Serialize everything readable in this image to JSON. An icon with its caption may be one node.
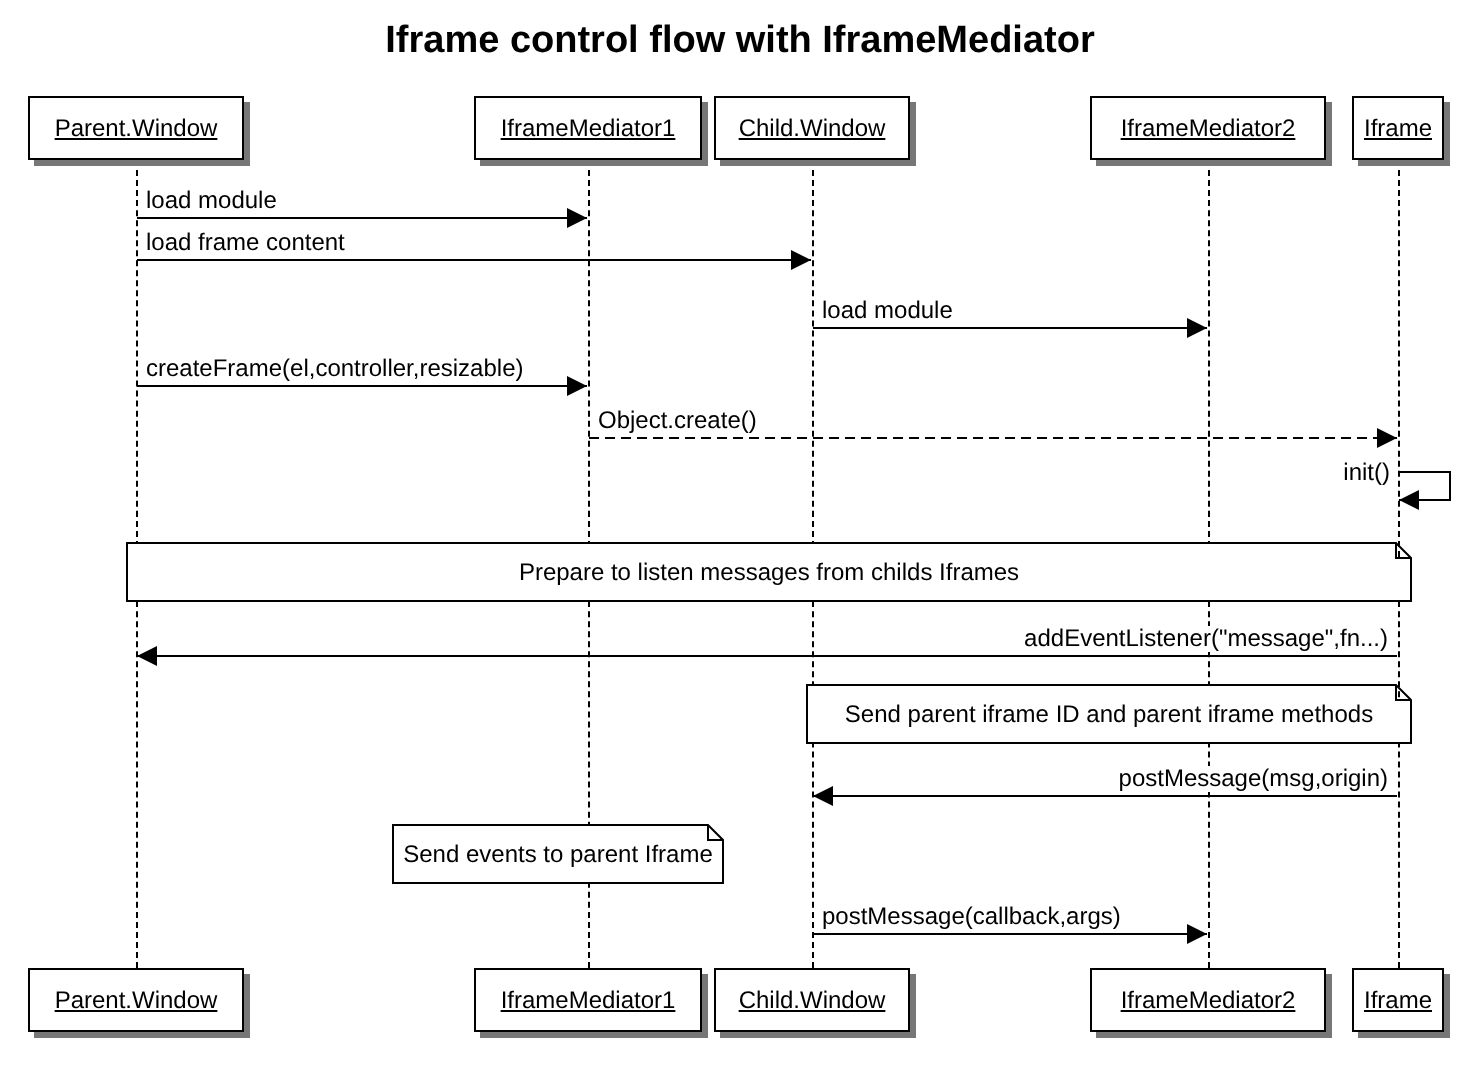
{
  "diagram": {
    "title": "Iframe control flow with IframeMediator",
    "nodes": [
      {
        "text": [
          "Parent.Window"
        ]
      },
      {
        "text": [
          "IframeMediator1"
        ]
      },
      {
        "text": [
          "Child.Window"
        ]
      },
      {
        "text": [
          "IframeMediator2"
        ]
      },
      {
        "text": [
          "Iframe"
        ]
      },
      {
        "text": [],
        "shape": "line"
      },
      {
        "text": [],
        "shape": "line"
      },
      {
        "text": [],
        "shape": "line"
      },
      {
        "text": [],
        "shape": "line"
      },
      {
        "text": [],
        "shape": "line"
      },
      {
        "text": [
          "Prepare to listen messages from childs Iframes"
        ]
      },
      {
        "text": [
          "Send parent iframe ID and parent iframe methods"
        ]
      },
      {
        "text": [
          "Send events to parent Iframe"
        ]
      },
      {
        "text": [
          "Parent.Window"
        ]
      },
      {
        "text": [
          "IframeMediator1"
        ]
      },
      {
        "text": [
          "Child.Window"
        ]
      },
      {
        "text": [
          "IframeMediator2"
        ]
      },
      {
        "text": [
          "Iframe"
        ]
      }
    ],
    "edges": [
      {
        "from": 5,
        "to": 6,
        "arrow": "to",
        "label": "load module"
      },
      {
        "from": 5,
        "to": 7,
        "arrow": "to",
        "label": "load frame content"
      },
      {
        "from": 7,
        "to": 8,
        "arrow": "to",
        "label": "load module"
      },
      {
        "from": 5,
        "to": 6,
        "arrow": "to",
        "label": "createFrame(el,controller,resizable)"
      },
      {
        "from": 6,
        "to": 9,
        "arrow": "to",
        "label": "Object.create()",
        "style": "dashed"
      },
      {
        "from": 9,
        "to": 9,
        "arrow": "to",
        "label": "init()"
      },
      {
        "from": 9,
        "to": 5,
        "arrow": "to",
        "label": "addEventListener(\"message\",fn...)"
      },
      {
        "from": 9,
        "to": 7,
        "arrow": "to",
        "label": "postMessage(msg,origin)"
      },
      {
        "from": 7,
        "to": 8,
        "arrow": "to",
        "label": "postMessage(callback,args)"
      }
    ]
  }
}
